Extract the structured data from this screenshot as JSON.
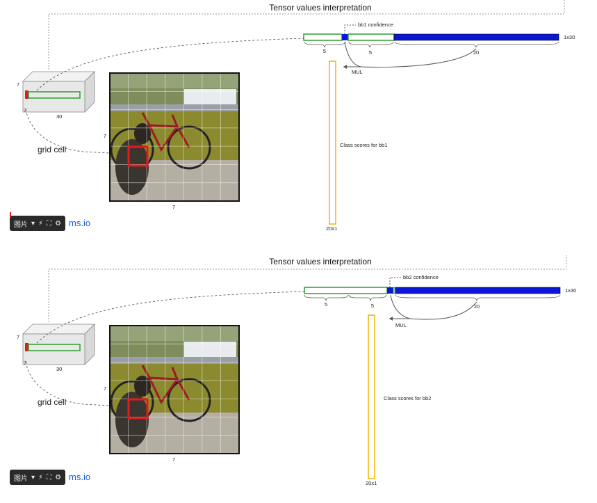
{
  "panels": [
    {
      "title": "Tensor values interpretation",
      "confidence_label": "bb1 confidence",
      "size_label": "1x30",
      "seg_labels": [
        "5",
        "5",
        "20"
      ],
      "mul_label": "MUL",
      "class_scores_label": "Class scores for bb1",
      "column_label": "20x1",
      "cube_labels": {
        "height": "7",
        "depth": "7",
        "width": "30"
      },
      "image_labels": {
        "side": "7",
        "bottom": "7"
      },
      "grid_cell_label": "grid cell",
      "toolbar": {
        "text": "图片",
        "icons": [
          "dropdown-icon",
          "lightning-icon",
          "expand-icon",
          "gear-icon"
        ]
      },
      "brand_text": "ms.io"
    },
    {
      "title": "Tensor values interpretation",
      "confidence_label": "bb2 confidence",
      "size_label": "1x30",
      "seg_labels": [
        "5",
        "5",
        "20"
      ],
      "mul_label": "MUL",
      "class_scores_label": "Class scores for bb2",
      "column_label": "20x1",
      "cube_labels": {
        "height": "7",
        "depth": "7",
        "width": "30"
      },
      "image_labels": {
        "side": "7",
        "bottom": "7"
      },
      "grid_cell_label": "grid cell",
      "toolbar": {
        "text": "图片",
        "icons": [
          "dropdown-icon",
          "lightning-icon",
          "expand-icon",
          "gear-icon"
        ]
      },
      "brand_text": "ms.io"
    }
  ],
  "colors": {
    "confidence": "#0a17d6",
    "box_outline": "#2e9e2e",
    "class_column": "#f0b400",
    "highlight": "#e31b1b"
  }
}
